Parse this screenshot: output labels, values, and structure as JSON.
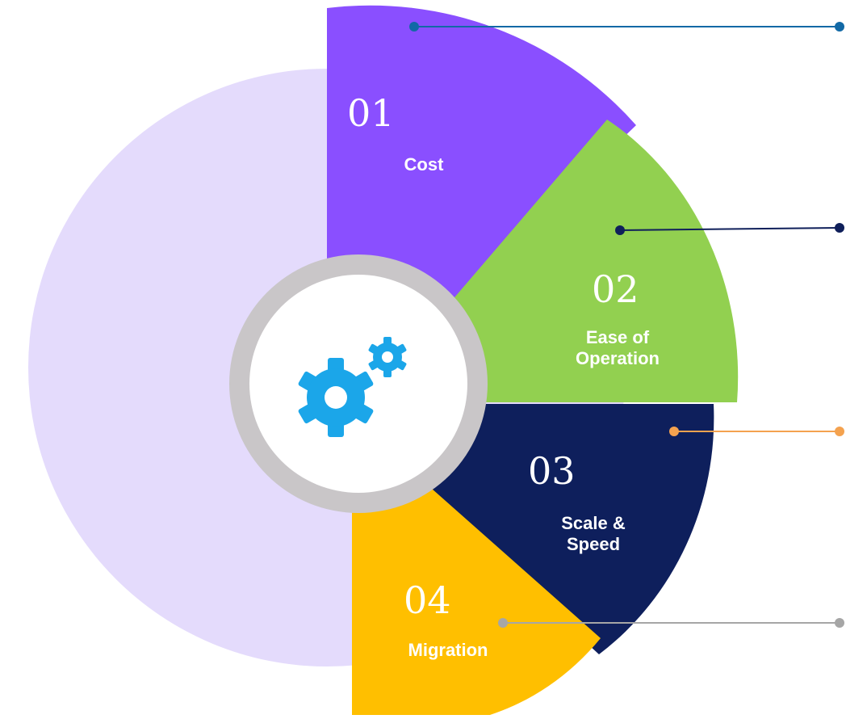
{
  "colors": {
    "background_circle": "#E4DBFC",
    "ring_outer": "#C9C6C8",
    "ring_inner": "#FFFFFF",
    "gear": "#1BA6E9",
    "text_on_segment": "#FFFFFF"
  },
  "center": {
    "icon": "gears-icon"
  },
  "segments": [
    {
      "number": "01",
      "label_lines": [
        "Cost"
      ],
      "color": "#8A4FFF",
      "connector_color": "#1269A6"
    },
    {
      "number": "02",
      "label_lines": [
        "Ease of",
        "Operation"
      ],
      "color": "#92D050",
      "connector_color": "#0F1F5A"
    },
    {
      "number": "03",
      "label_lines": [
        "Scale &",
        "Speed"
      ],
      "color": "#0E1F5C",
      "connector_color": "#F4A24F"
    },
    {
      "number": "04",
      "label_lines": [
        "Migration"
      ],
      "color": "#FFBF00",
      "connector_color": "#A6A6A6"
    }
  ]
}
